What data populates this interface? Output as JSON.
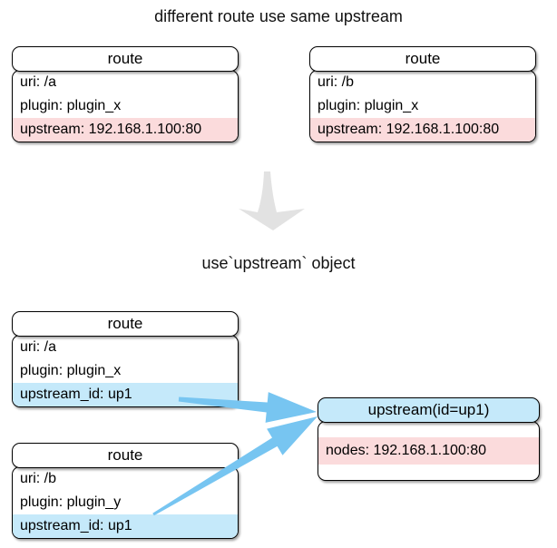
{
  "title": "different route use same upstream",
  "subtitle": "use`upstream` object",
  "colors": {
    "pink_highlight": "#FBDBDC",
    "blue_highlight": "#C5E9FA",
    "arrow_blue": "#77C5F1",
    "gray_arrow": "#E2E2E2"
  },
  "top_section": {
    "routes": [
      {
        "header": "route",
        "rows": [
          {
            "text": "uri: /a"
          },
          {
            "text": "plugin: plugin_x"
          },
          {
            "text": "upstream: 192.168.1.100:80",
            "highlight": "pink"
          }
        ]
      },
      {
        "header": "route",
        "rows": [
          {
            "text": "uri: /b"
          },
          {
            "text": "plugin: plugin_x"
          },
          {
            "text": "upstream: 192.168.1.100:80",
            "highlight": "pink"
          }
        ]
      }
    ]
  },
  "bottom_section": {
    "routes": [
      {
        "header": "route",
        "rows": [
          {
            "text": "uri: /a"
          },
          {
            "text": "plugin: plugin_x"
          },
          {
            "text": "upstream_id: up1",
            "highlight": "blue"
          }
        ]
      },
      {
        "header": "route",
        "rows": [
          {
            "text": "uri: /b"
          },
          {
            "text": "plugin: plugin_y"
          },
          {
            "text": "upstream_id: up1",
            "highlight": "blue"
          }
        ]
      }
    ],
    "upstream": {
      "header": "upstream(id=up1)",
      "rows": [
        {
          "text": "nodes: 192.168.1.100:80",
          "highlight": "pink"
        }
      ]
    }
  }
}
